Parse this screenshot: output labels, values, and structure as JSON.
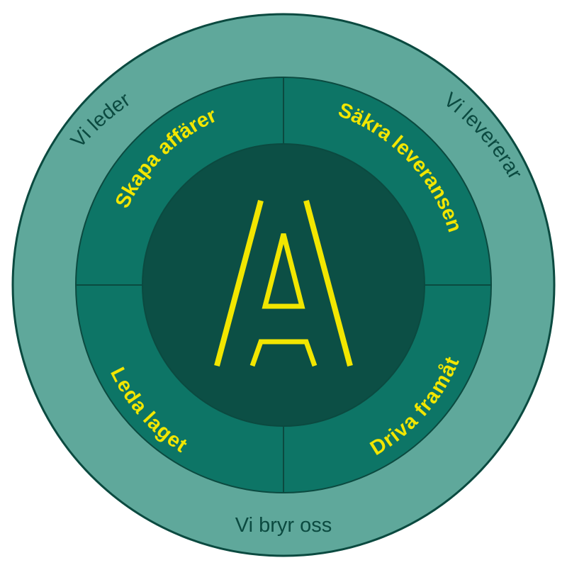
{
  "outer_ring": {
    "top_left": "Vi leder",
    "top_right": "Vi levererar",
    "bottom": "Vi bryr oss"
  },
  "quadrants": {
    "top_left": "Skapa affärer",
    "top_right": "Säkra leveransen",
    "bottom_left": "Leda laget",
    "bottom_right": "Driva framåt"
  },
  "center_logo": "A",
  "colors": {
    "outer_ring": "#5fa89b",
    "middle_ring": "#0d7566",
    "core": "#0c4f45",
    "stroke": "#0b4a40",
    "accent_yellow": "#f2e600"
  }
}
